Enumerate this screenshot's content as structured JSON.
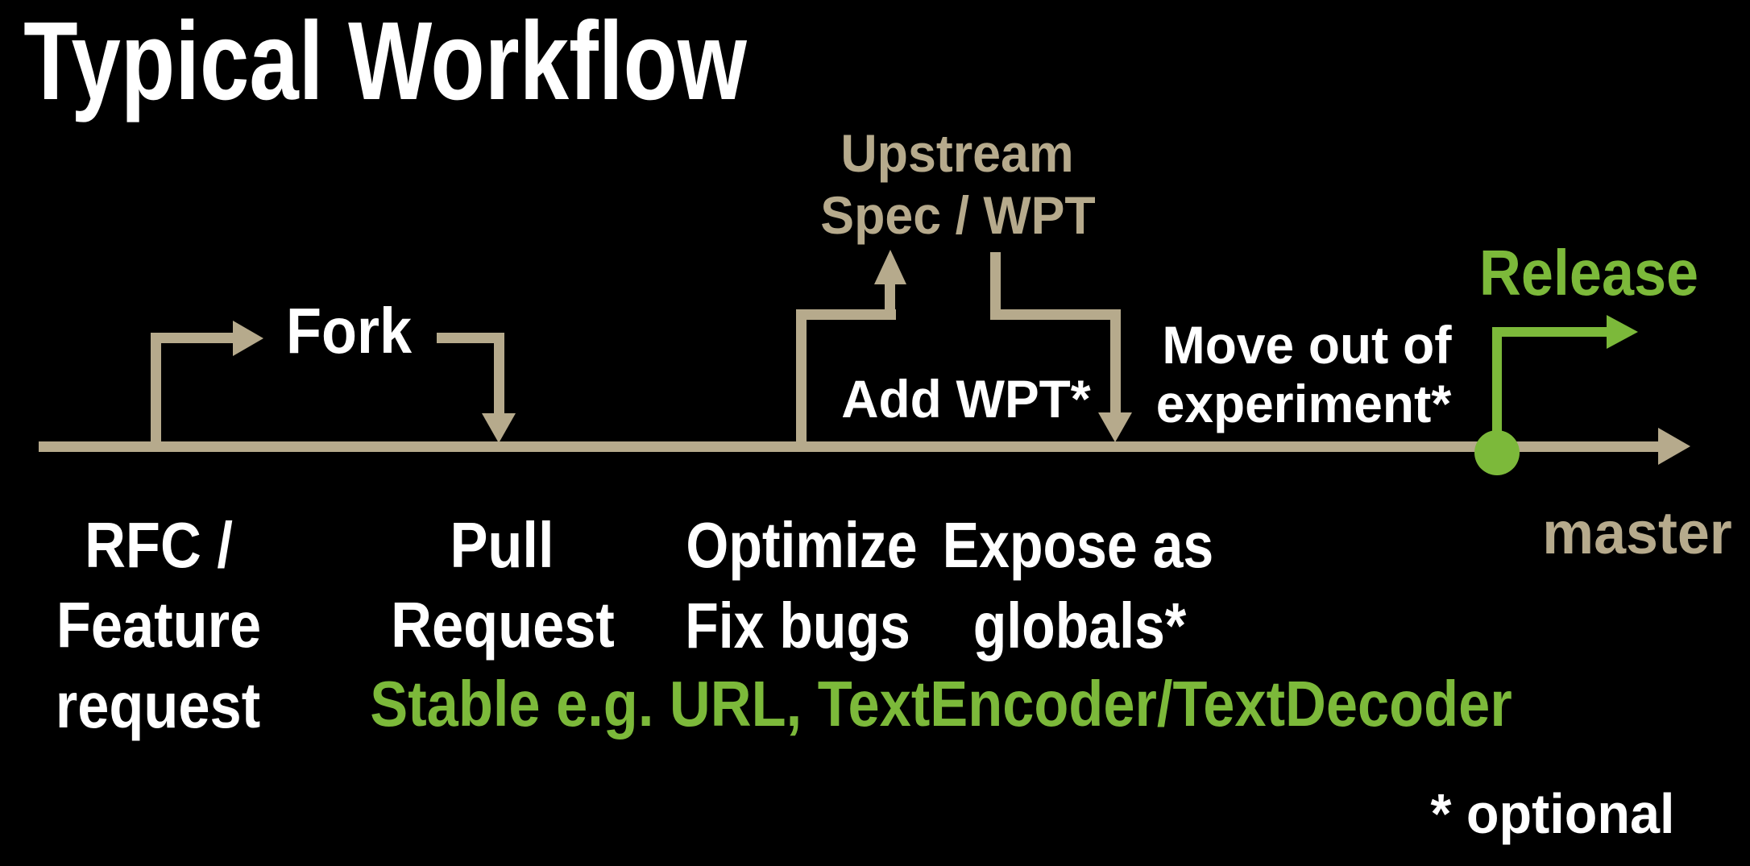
{
  "title": "Typical Workflow",
  "colors": {
    "background": "#000000",
    "text": "#ffffff",
    "branch_tan": "#B6AA8C",
    "accent_green": "#7CB93A"
  },
  "timeline": {
    "branch_label": "master",
    "release_label": "Release"
  },
  "nodes": {
    "upstream": {
      "lines": [
        "Upstream",
        "Spec / WPT"
      ]
    },
    "fork": {
      "label": "Fork"
    },
    "add_wpt": {
      "label": "Add WPT*"
    },
    "move_out": {
      "lines": [
        "Move out of",
        "experiment*"
      ]
    },
    "rfc": {
      "lines": [
        "RFC /",
        "Feature",
        "request"
      ]
    },
    "pull_request": {
      "lines": [
        "Pull",
        "Request"
      ]
    },
    "optimize": {
      "lines": [
        "Optimize",
        "Fix bugs"
      ]
    },
    "expose": {
      "lines": [
        "Expose as",
        "globals*"
      ]
    },
    "stable_examples": {
      "label": "Stable e.g. URL, TextEncoder/TextDecoder"
    },
    "footnote": {
      "label": "* optional"
    }
  }
}
